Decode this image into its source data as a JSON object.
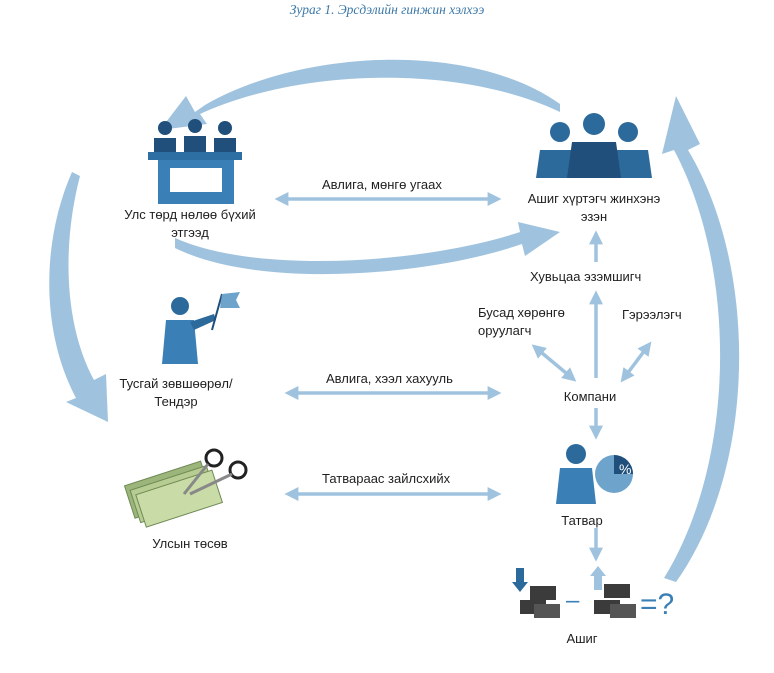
{
  "title": "Зураг 1. Эрсдэлийн гинжин хэлхээ",
  "nodes": {
    "state": "Улс төрд нөлөө бүхий\nэтгээд",
    "owner": "Ашиг хүртэгч жинхэнэ\nэзэн",
    "license": "Тусгай зөвшөөрөл/\nТендэр",
    "shareholder": "Хувьцаа эзэмшигч",
    "investor": "Бусад хөрөнгө\nоруулагч",
    "contractor": "Гэрээлэгч",
    "company": "Компани",
    "budget": "Улсын төсөв",
    "tax": "Татвар",
    "profit": "Ашиг"
  },
  "links": {
    "corruption_laundering": "Авлига, мөнгө угаах",
    "corruption_bribe": "Авлига, хээл хахууль",
    "tax_evasion": "Татвараас зайлсхийх"
  },
  "symbols": {
    "percent": "%",
    "minus": "–",
    "equals_question": "=?"
  },
  "colors": {
    "arrow": "#9fc3de",
    "arrow_dark": "#7fa9cc",
    "figure": "#3a7fb5",
    "figure_dark": "#1f4f7a",
    "title": "#3c78a8"
  }
}
